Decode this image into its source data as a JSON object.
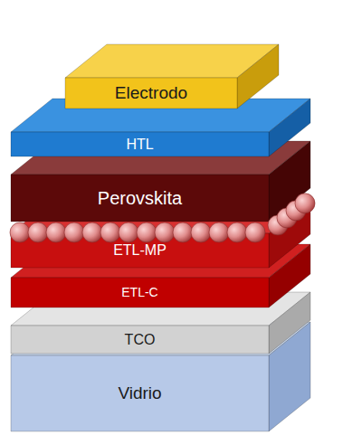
{
  "diagram": {
    "nodes": [
      {
        "text": [
          "Electrodo"
        ]
      },
      {
        "text": [
          "HTL"
        ]
      },
      {
        "text": [
          "Perovskita"
        ]
      },
      {
        "text": [
          "ETL-MP"
        ]
      },
      {
        "text": [
          "ETL-C"
        ]
      },
      {
        "text": [
          "TCO"
        ]
      },
      {
        "text": [
          "Vidrio"
        ]
      }
    ]
  }
}
